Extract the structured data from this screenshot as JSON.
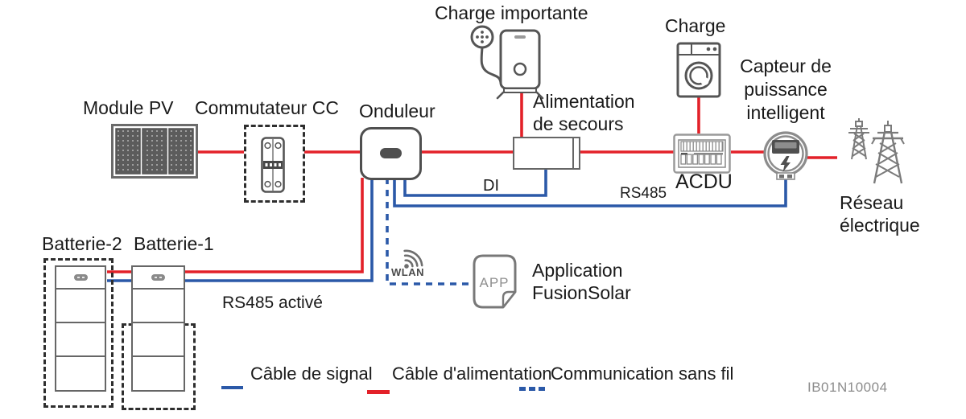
{
  "labels": {
    "module_pv": "Module PV",
    "dc_switch": "Commutateur CC",
    "inverter": "Onduleur",
    "important_load": "Charge importante",
    "backup_line1": "Alimentation",
    "backup_line2": "de secours",
    "load": "Charge",
    "acdu": "ACDU",
    "sensor_line1": "Capteur de",
    "sensor_line2": "puissance",
    "sensor_line3": "intelligent",
    "grid_line1": "Réseau",
    "grid_line2": "électrique",
    "battery2": "Batterie-2",
    "battery1": "Batterie-1",
    "rs485_enabled": "RS485 activé",
    "di": "DI",
    "rs485": "RS485",
    "wlan": "WLAN",
    "app": "APP",
    "app_line1": "Application",
    "app_line2": "FusionSolar"
  },
  "legend": {
    "signal": {
      "line1": "Câble de",
      "line2": "signal"
    },
    "power": {
      "line1": "Câble",
      "line2": "d'alimentation"
    },
    "wireless": {
      "line1": "Communication",
      "line2": "sans fil"
    }
  },
  "doc_code": "IB01N10004",
  "colors": {
    "power_cable": "#e32129",
    "signal_cable": "#2b59a8",
    "icon_gray": "#595959",
    "text_color": "#1a1a1a"
  }
}
